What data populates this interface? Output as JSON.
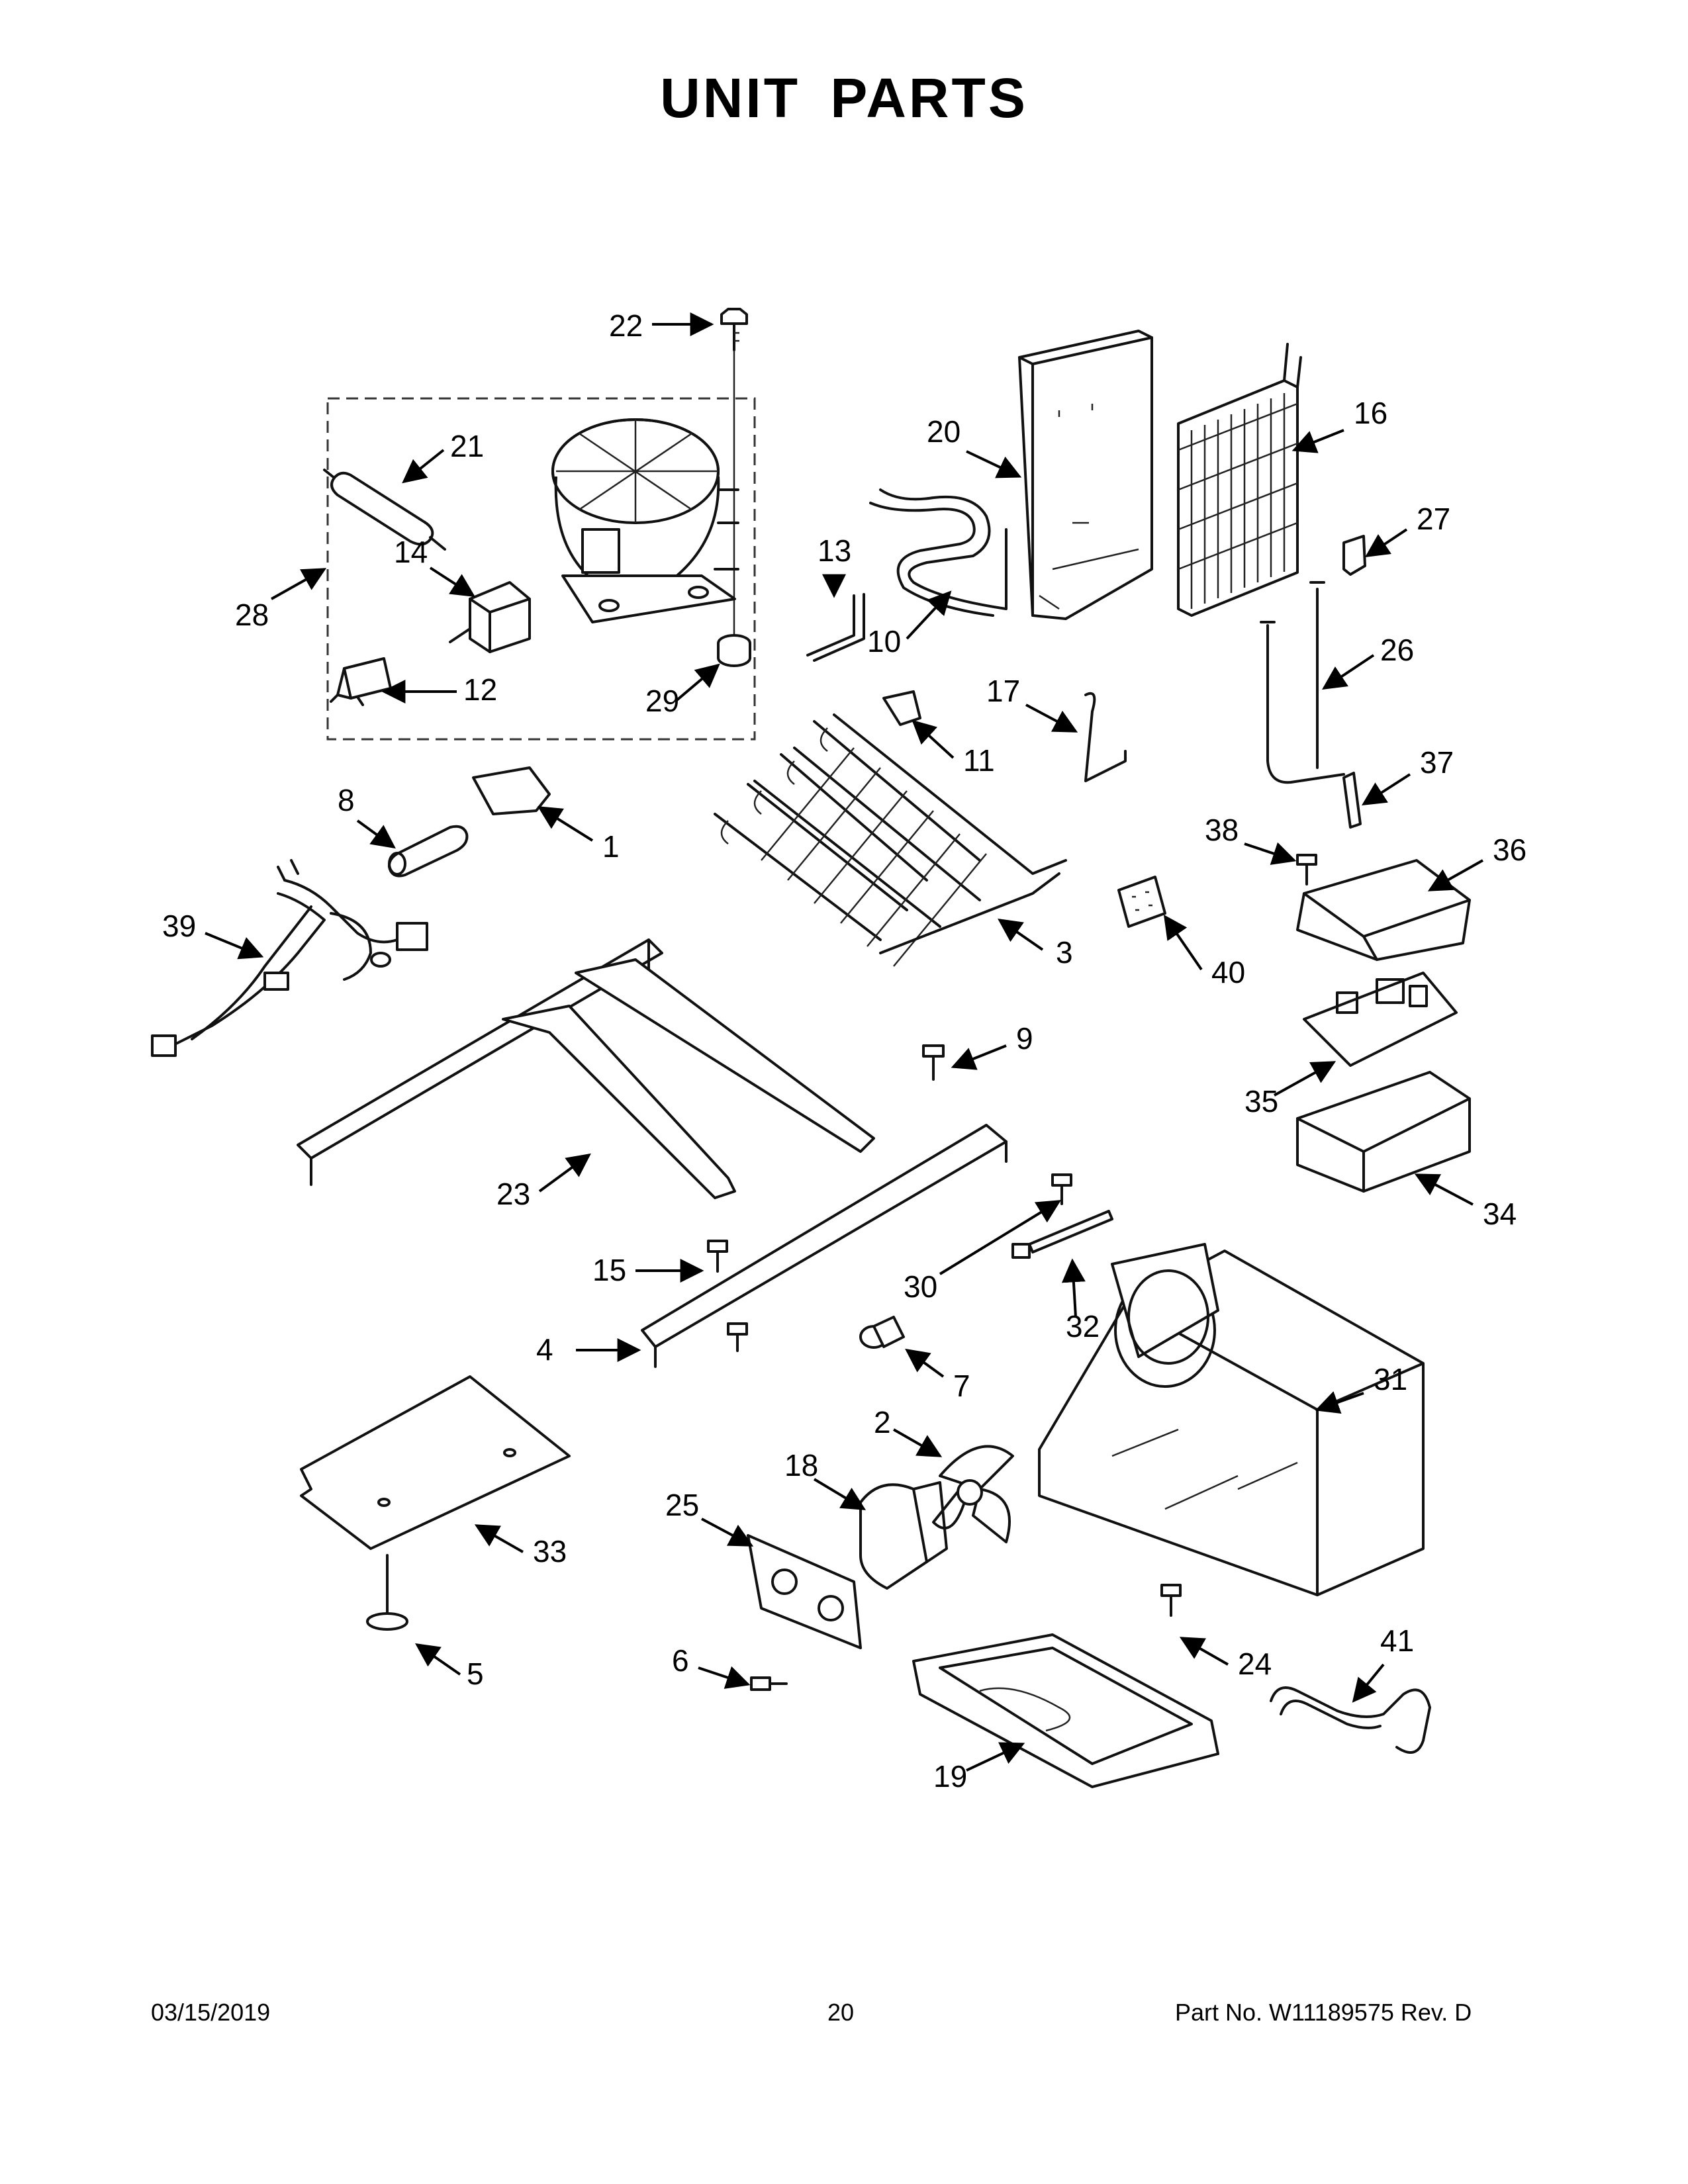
{
  "page": {
    "title": "UNIT PARTS",
    "footer": {
      "date": "03/15/2019",
      "page_number": "20",
      "part_no": "Part No.  W11189575  Rev.  D"
    }
  },
  "callouts": [
    {
      "id": "1",
      "part": "bracket-plate"
    },
    {
      "id": "2",
      "part": "condenser-fan-blade"
    },
    {
      "id": "3",
      "part": "condenser-coil"
    },
    {
      "id": "4",
      "part": "front-rail"
    },
    {
      "id": "5",
      "part": "leveling-foot"
    },
    {
      "id": "6",
      "part": "screw"
    },
    {
      "id": "7",
      "part": "grommet"
    },
    {
      "id": "8",
      "part": "filter-drier"
    },
    {
      "id": "9",
      "part": "screw"
    },
    {
      "id": "10",
      "part": "tubing"
    },
    {
      "id": "11",
      "part": "clip"
    },
    {
      "id": "12",
      "part": "capacitor"
    },
    {
      "id": "13",
      "part": "tube"
    },
    {
      "id": "14",
      "part": "start-device"
    },
    {
      "id": "15",
      "part": "screw"
    },
    {
      "id": "16",
      "part": "evaporator"
    },
    {
      "id": "17",
      "part": "wire-bracket"
    },
    {
      "id": "18",
      "part": "fan-motor"
    },
    {
      "id": "19",
      "part": "drain-pan"
    },
    {
      "id": "20",
      "part": "evaporator-cover"
    },
    {
      "id": "21",
      "part": "drier"
    },
    {
      "id": "22",
      "part": "screw"
    },
    {
      "id": "23",
      "part": "frame"
    },
    {
      "id": "24",
      "part": "screw"
    },
    {
      "id": "25",
      "part": "motor-bracket"
    },
    {
      "id": "26",
      "part": "defrost-heater"
    },
    {
      "id": "27",
      "part": "clip"
    },
    {
      "id": "28",
      "part": "compressor-kit"
    },
    {
      "id": "29",
      "part": "grommet"
    },
    {
      "id": "30",
      "part": "screw"
    },
    {
      "id": "31",
      "part": "base-tray"
    },
    {
      "id": "32",
      "part": "cable-tie"
    },
    {
      "id": "33",
      "part": "cover-panel"
    },
    {
      "id": "34",
      "part": "control-box"
    },
    {
      "id": "35",
      "part": "control-board"
    },
    {
      "id": "36",
      "part": "box-cover"
    },
    {
      "id": "37",
      "part": "sensor"
    },
    {
      "id": "38",
      "part": "screw"
    },
    {
      "id": "39",
      "part": "wire-harness"
    },
    {
      "id": "40",
      "part": "terminal-block"
    },
    {
      "id": "41",
      "part": "water-tube"
    }
  ]
}
